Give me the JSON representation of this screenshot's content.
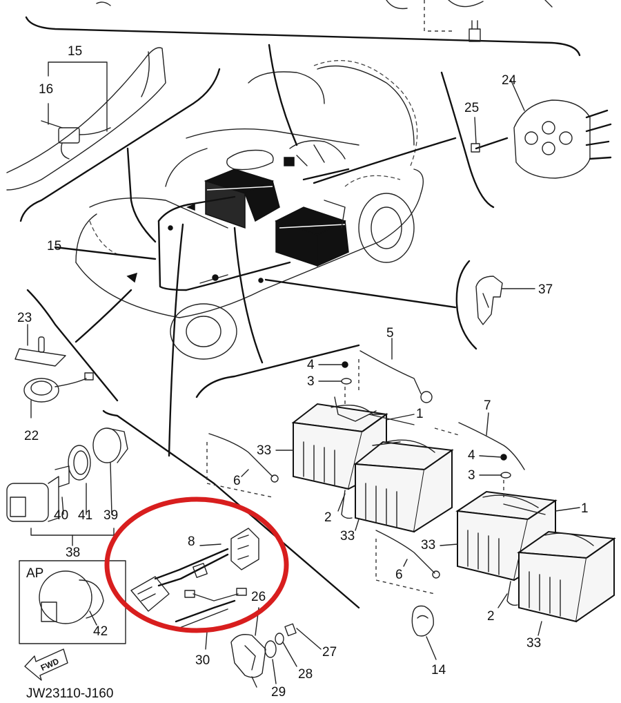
{
  "callouts": [
    {
      "id": "c15a",
      "text": "15"
    },
    {
      "id": "c16",
      "text": "16"
    },
    {
      "id": "c24",
      "text": "24"
    },
    {
      "id": "c25",
      "text": "25"
    },
    {
      "id": "c15b",
      "text": "15"
    },
    {
      "id": "c37",
      "text": "37"
    },
    {
      "id": "c23",
      "text": "23"
    },
    {
      "id": "c22",
      "text": "22"
    },
    {
      "id": "c5",
      "text": "5"
    },
    {
      "id": "c4a",
      "text": "4"
    },
    {
      "id": "c3a",
      "text": "3"
    },
    {
      "id": "c1a",
      "text": "1"
    },
    {
      "id": "c33a",
      "text": "33"
    },
    {
      "id": "c6a",
      "text": "6"
    },
    {
      "id": "c7",
      "text": "7"
    },
    {
      "id": "c4b",
      "text": "4"
    },
    {
      "id": "c3b",
      "text": "3"
    },
    {
      "id": "c2a",
      "text": "2"
    },
    {
      "id": "c33b",
      "text": "33"
    },
    {
      "id": "c1b",
      "text": "1"
    },
    {
      "id": "c33c",
      "text": "33"
    },
    {
      "id": "c6b",
      "text": "6"
    },
    {
      "id": "c2b",
      "text": "2"
    },
    {
      "id": "c33d",
      "text": "33"
    },
    {
      "id": "c40",
      "text": "40"
    },
    {
      "id": "c41",
      "text": "41"
    },
    {
      "id": "c39",
      "text": "39"
    },
    {
      "id": "c38",
      "text": "38"
    },
    {
      "id": "c8",
      "text": "8"
    },
    {
      "id": "c26",
      "text": "26"
    },
    {
      "id": "c27",
      "text": "27"
    },
    {
      "id": "c28",
      "text": "28"
    },
    {
      "id": "c29",
      "text": "29"
    },
    {
      "id": "c30",
      "text": "30"
    },
    {
      "id": "c14",
      "text": "14"
    },
    {
      "id": "c42",
      "text": "42"
    }
  ],
  "ap_label": "AP",
  "fwd_label": "FWD",
  "drawing_code": "JW23110-J160",
  "colors": {
    "ink": "#111111",
    "highlight_circle": "#d81e1e",
    "background": "#ffffff"
  }
}
